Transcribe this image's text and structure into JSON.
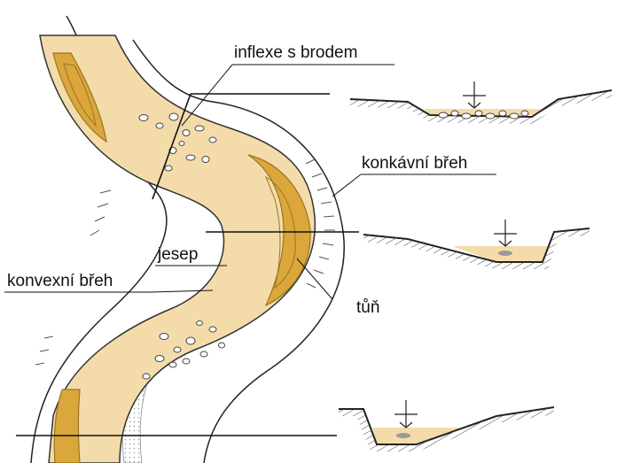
{
  "labels": {
    "inflexe": "inflexe s brodem",
    "konkavni": "konkávní břeh",
    "jesep": "jesep",
    "konvexni": "konvexní břeh",
    "tun": "tůň"
  },
  "colors": {
    "water": "#f3dcaa",
    "deep": "#dba63c",
    "deep_outline": "#9a7420",
    "gravel_bar": "#d4d4d4",
    "ink": "#111111"
  },
  "icons": [
    "water-level-symbol",
    "pebble-icon"
  ]
}
